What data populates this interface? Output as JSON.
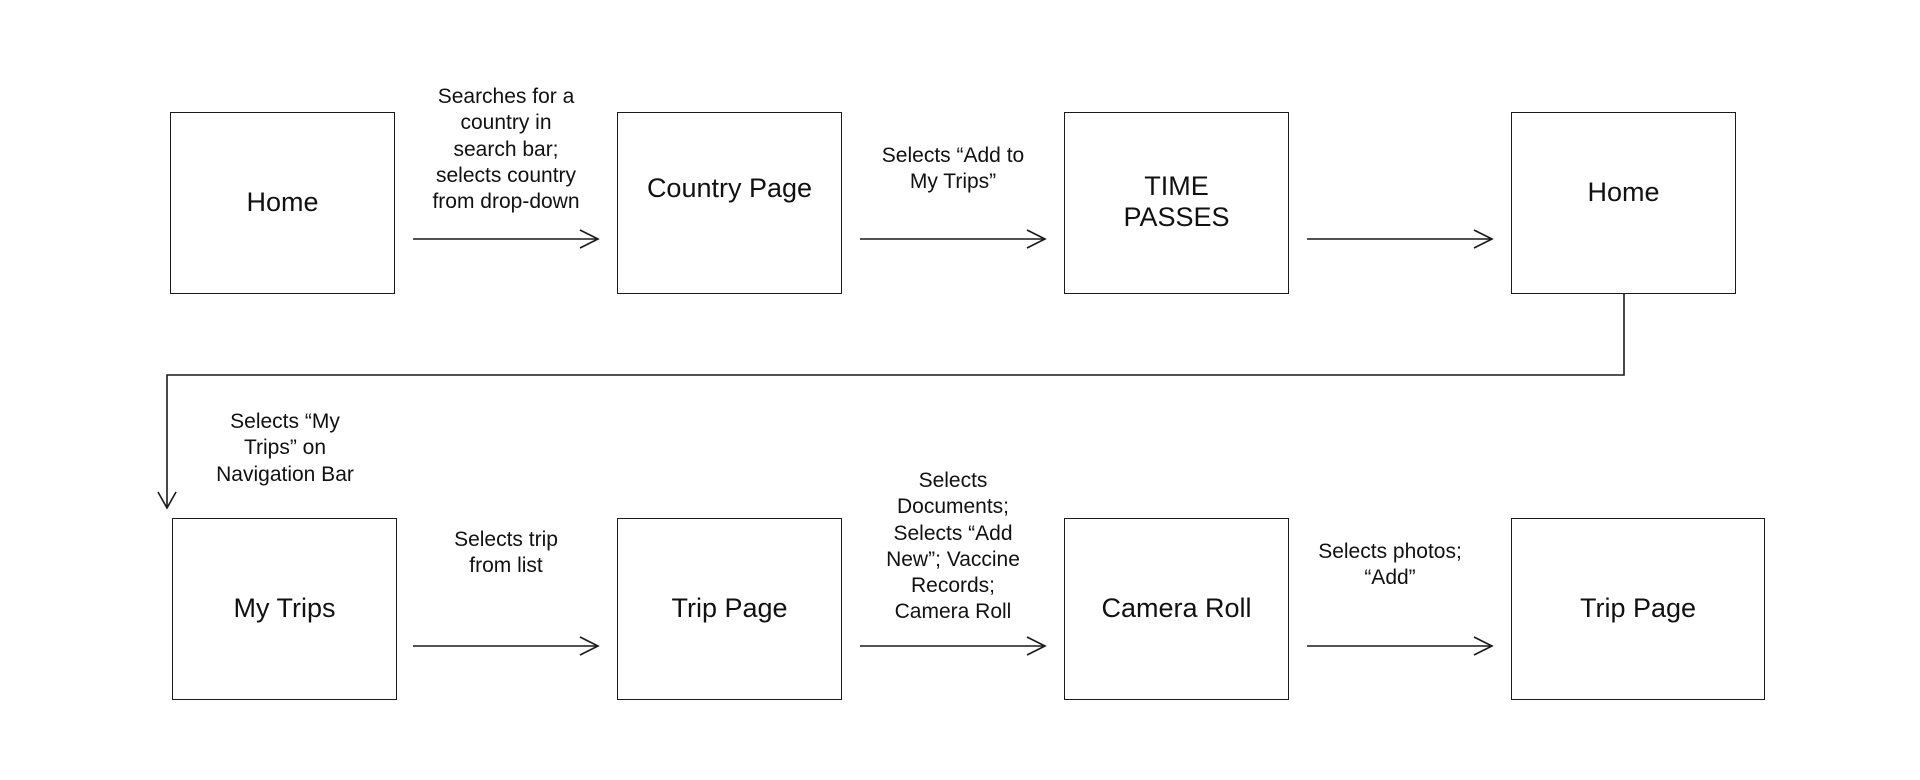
{
  "nodes": {
    "home_1": "Home",
    "country_page": "Country Page",
    "time_passes": "TIME\nPASSES",
    "home_2": "Home",
    "my_trips": "My Trips",
    "trip_page_1": "Trip Page",
    "camera_roll": "Camera Roll",
    "trip_page_2": "Trip Page"
  },
  "edges": {
    "home_to_country": "Searches for a\ncountry in\nsearch bar;\nselects country\nfrom drop-down",
    "country_to_time": "Selects “Add to\nMy Trips”",
    "time_to_home": "",
    "home_to_mytrips": "Selects “My\nTrips” on\nNavigation Bar",
    "mytrips_to_trip": "Selects trip\nfrom list",
    "trip_to_camera": "Selects\nDocuments;\nSelects “Add\nNew”; Vaccine\nRecords;\nCamera Roll",
    "camera_to_trip": "Selects photos;\n“Add”"
  },
  "colors": {
    "stroke": "#1a1a1a",
    "background": "#ffffff"
  }
}
